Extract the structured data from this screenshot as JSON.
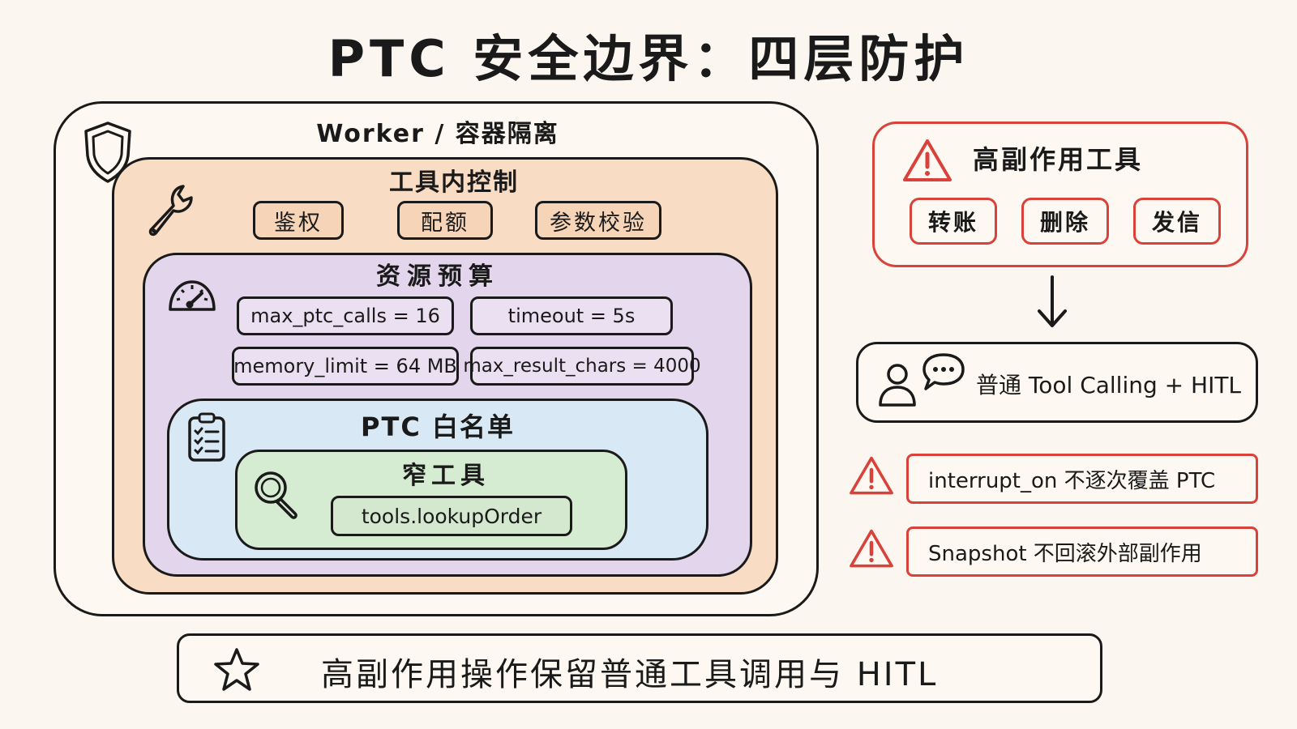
{
  "title": "PTC 安全边界：四层防护",
  "layers": {
    "worker": {
      "label": "Worker / 容器隔离",
      "icon": "shield-icon"
    },
    "tool_control": {
      "label": "工具内控制",
      "icon": "wrench-icon",
      "items": [
        "鉴权",
        "配额",
        "参数校验"
      ]
    },
    "budget": {
      "label": "资源预算",
      "icon": "gauge-icon",
      "items": [
        "max_ptc_calls = 16",
        "timeout = 5s",
        "memory_limit = 64 MB",
        "max_result_chars = 4000"
      ]
    },
    "whitelist": {
      "label": "PTC 白名单",
      "icon": "clipboard-checklist-icon"
    },
    "narrow_tools": {
      "label": "窄工具",
      "icon": "magnifier-icon",
      "items": [
        "tools.lookupOrder"
      ]
    }
  },
  "side_effect": {
    "title": "高副作用工具",
    "icon": "warning-icon",
    "items": [
      "转账",
      "删除",
      "发信"
    ]
  },
  "hitl": {
    "label": "普通 Tool Calling + HITL",
    "icons": [
      "user-icon",
      "chat-bubble-icon"
    ]
  },
  "warnings": [
    {
      "text": "interrupt_on 不逐次覆盖 PTC",
      "icon": "warning-icon"
    },
    {
      "text": "Snapshot 不回滚外部副作用",
      "icon": "warning-icon"
    }
  ],
  "footer": {
    "text": "高副作用操作保留普通工具调用与 HITL",
    "icon": "star-icon"
  },
  "colors": {
    "background": "#fbf6ef",
    "tool_layer": "#f8dcc4",
    "budget_layer": "#e3d5ec",
    "whitelist_layer": "#d8e8f4",
    "narrow_layer": "#d6ecd2",
    "danger": "#d9423b"
  }
}
